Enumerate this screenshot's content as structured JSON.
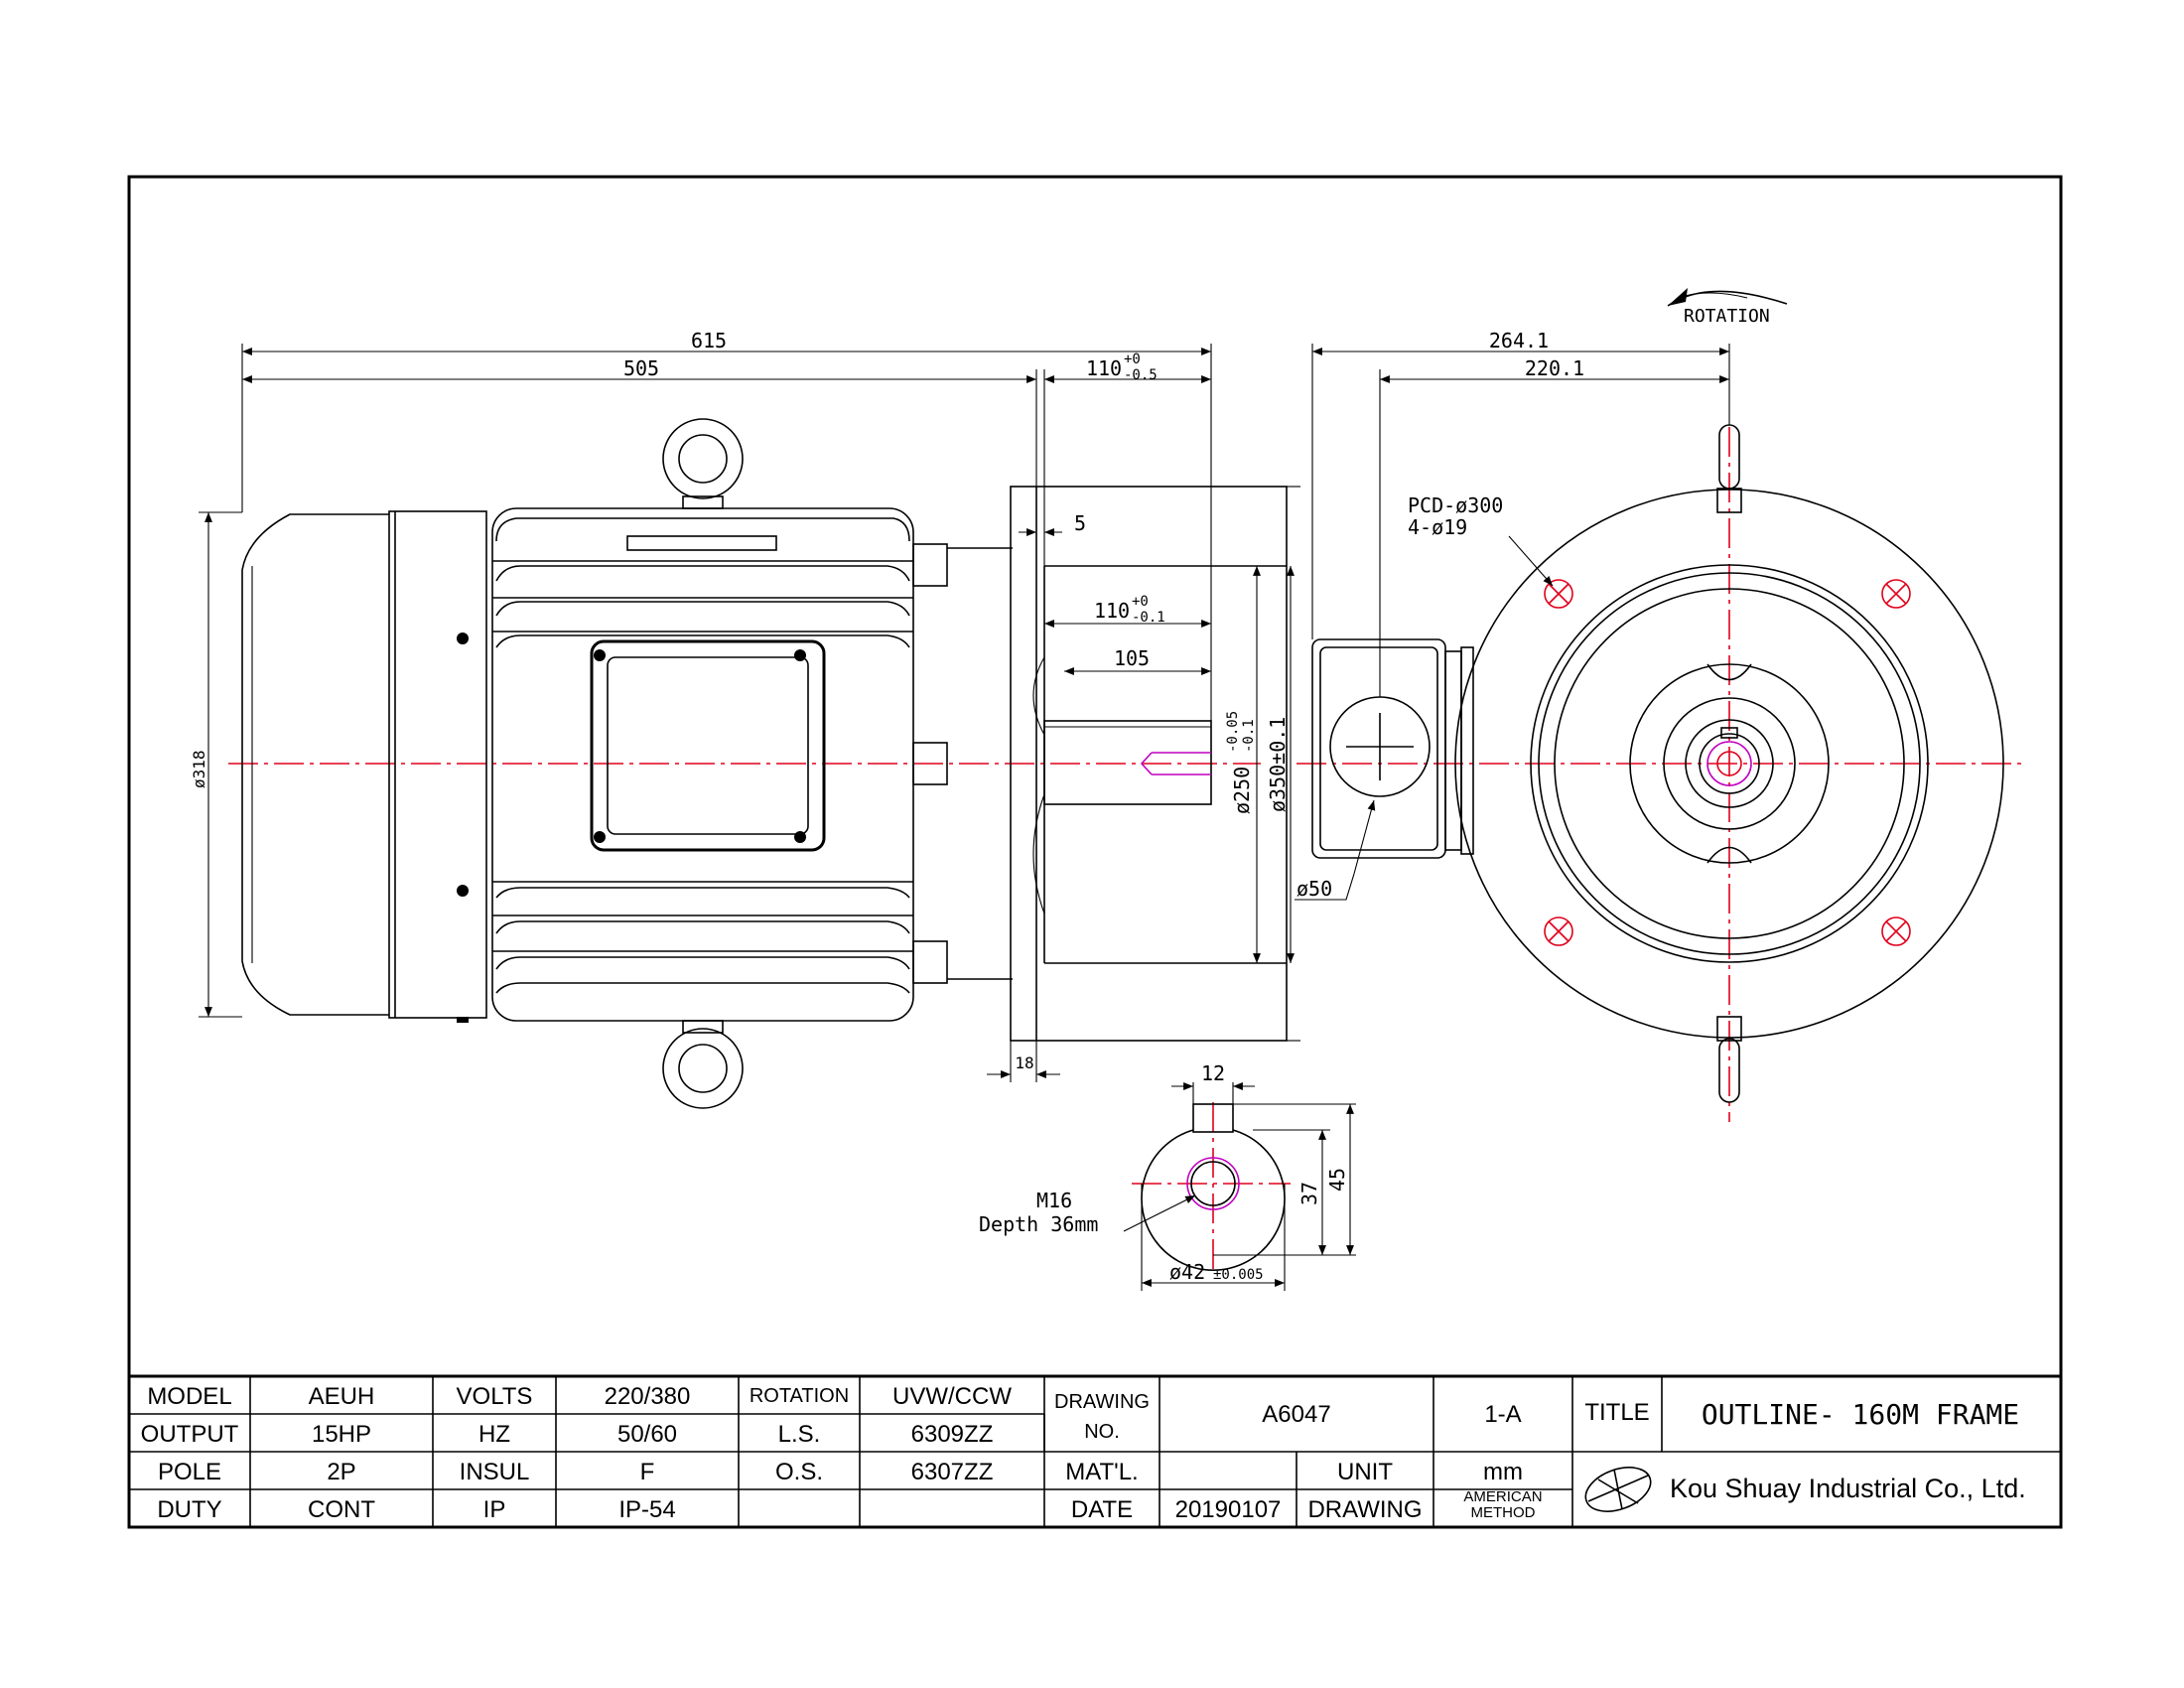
{
  "dimensions": {
    "overall_length": "615",
    "body_length": "505",
    "shaft_length_top": "110",
    "shaft_length_top_tol_upper": "+0",
    "shaft_length_top_tol_lower": "-0.5",
    "flange_step": "5",
    "shaft_length_mid": "110",
    "shaft_length_mid_tol_upper": "+0",
    "shaft_length_mid_tol_lower": "-0.1",
    "key_length": "105",
    "spigot_dia": "ø250",
    "spigot_tol_upper": "-0.05",
    "spigot_tol_lower": "-0.1",
    "flange_dia": "ø350±0.1",
    "flange_thickness": "18",
    "body_dia": "ø318",
    "end_width_total": "264.1",
    "end_width_box": "220.1",
    "pcd": "PCD-ø300",
    "holes": "4-ø19",
    "conduit_dia": "ø50",
    "rotation_label": "ROTATION",
    "key_width": "12",
    "key_depth": "37",
    "key_height": "45",
    "thread_size": "M16",
    "thread_depth": "Depth 36mm",
    "shaft_dia": "ø42",
    "shaft_dia_tol": "±0.005"
  },
  "title_block": {
    "model_label": "MODEL",
    "model_value": "AEUH",
    "output_label": "OUTPUT",
    "output_value": "15HP",
    "pole_label": "POLE",
    "pole_value": "2P",
    "duty_label": "DUTY",
    "duty_value": "CONT",
    "volts_label": "VOLTS",
    "volts_value": "220/380",
    "hz_label": "HZ",
    "hz_value": "50/60",
    "insul_label": "INSUL",
    "insul_value": "F",
    "ip_label": "IP",
    "ip_value": "IP-54",
    "rotation_label": "ROTATION",
    "rotation_value": "UVW/CCW",
    "ls_label": "L.S.",
    "ls_value": "6309ZZ",
    "os_label": "O.S.",
    "os_value": "6307ZZ",
    "drawing_no_label_1": "DRAWING",
    "drawing_no_label_2": "NO.",
    "drawing_no_value": "A6047",
    "revision": "1-A",
    "matl_label": "MAT'L.",
    "unit_label": "UNIT",
    "unit_value": "mm",
    "date_label": "DATE",
    "date_value": "20190107",
    "drawing_label": "DRAWING",
    "method_1": "AMERICAN",
    "method_2": "METHOD",
    "title_label": "TITLE",
    "title_value": "OUTLINE- 160M FRAME",
    "company": "Kou Shuay Industrial Co., Ltd."
  }
}
